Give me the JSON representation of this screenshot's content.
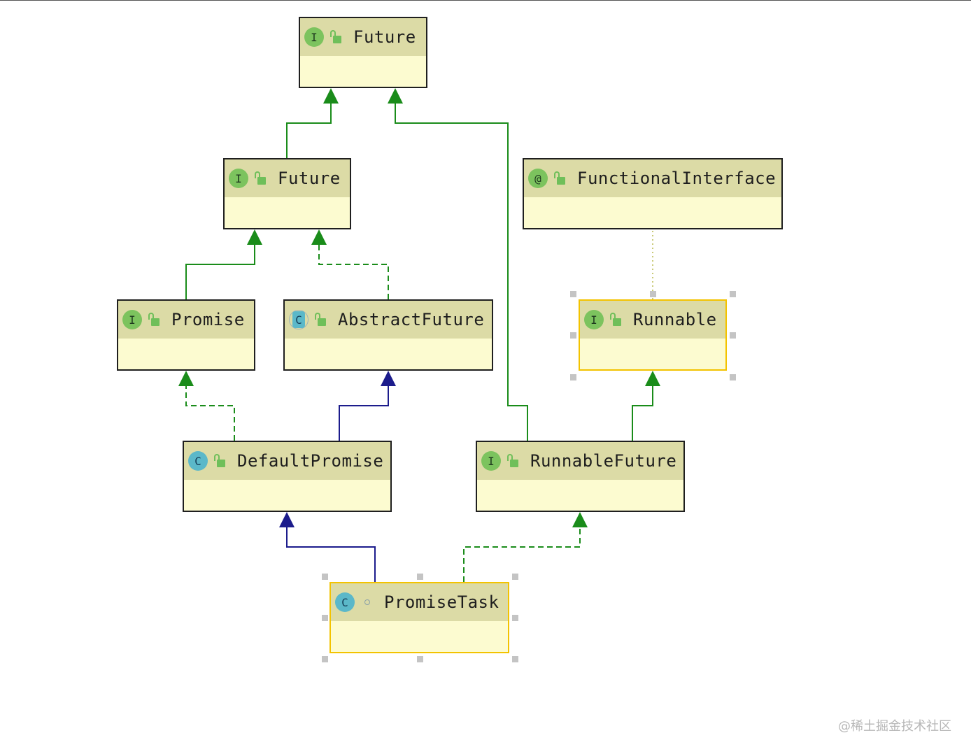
{
  "diagram": {
    "nodes": [
      {
        "id": "future_root",
        "name": "Future",
        "kind": "interface",
        "badge": "I"
      },
      {
        "id": "future_netty",
        "name": "Future",
        "kind": "interface",
        "badge": "I"
      },
      {
        "id": "functional_interface",
        "name": "FunctionalInterface",
        "kind": "annotation",
        "badge": "@"
      },
      {
        "id": "promise",
        "name": "Promise",
        "kind": "interface",
        "badge": "I"
      },
      {
        "id": "abstract_future",
        "name": "AbstractFuture",
        "kind": "abstract-class",
        "badge": "C"
      },
      {
        "id": "runnable",
        "name": "Runnable",
        "kind": "interface",
        "badge": "I",
        "selected": true
      },
      {
        "id": "default_promise",
        "name": "DefaultPromise",
        "kind": "class",
        "badge": "C"
      },
      {
        "id": "runnable_future",
        "name": "RunnableFuture",
        "kind": "interface",
        "badge": "I"
      },
      {
        "id": "promise_task",
        "name": "PromiseTask",
        "kind": "class",
        "badge": "C",
        "selected": true
      }
    ],
    "edges": [
      {
        "from": "future_netty",
        "to": "future_root",
        "type": "extends-interface"
      },
      {
        "from": "runnable_future",
        "to": "future_root",
        "type": "extends-interface"
      },
      {
        "from": "promise",
        "to": "future_netty",
        "type": "extends-interface"
      },
      {
        "from": "abstract_future",
        "to": "future_netty",
        "type": "implements"
      },
      {
        "from": "runnable",
        "to": "functional_interface",
        "type": "annotated-by"
      },
      {
        "from": "default_promise",
        "to": "promise",
        "type": "implements"
      },
      {
        "from": "default_promise",
        "to": "abstract_future",
        "type": "extends-class"
      },
      {
        "from": "runnable_future",
        "to": "runnable",
        "type": "extends-interface"
      },
      {
        "from": "promise_task",
        "to": "default_promise",
        "type": "extends-class"
      },
      {
        "from": "promise_task",
        "to": "runnable_future",
        "type": "implements"
      }
    ],
    "colors": {
      "extends_interface": "#1a8c1a",
      "implements": "#1a8c1a",
      "extends_class": "#1c1c8c",
      "annotation_link": "#b8b84a",
      "node_fill": "#fcfbd0",
      "node_header": "#dcdba6",
      "selected_border": "#f3c300",
      "interface_badge": "#7cc35e",
      "class_badge": "#5bb8c9"
    }
  },
  "watermark": "@稀土掘金技术社区"
}
